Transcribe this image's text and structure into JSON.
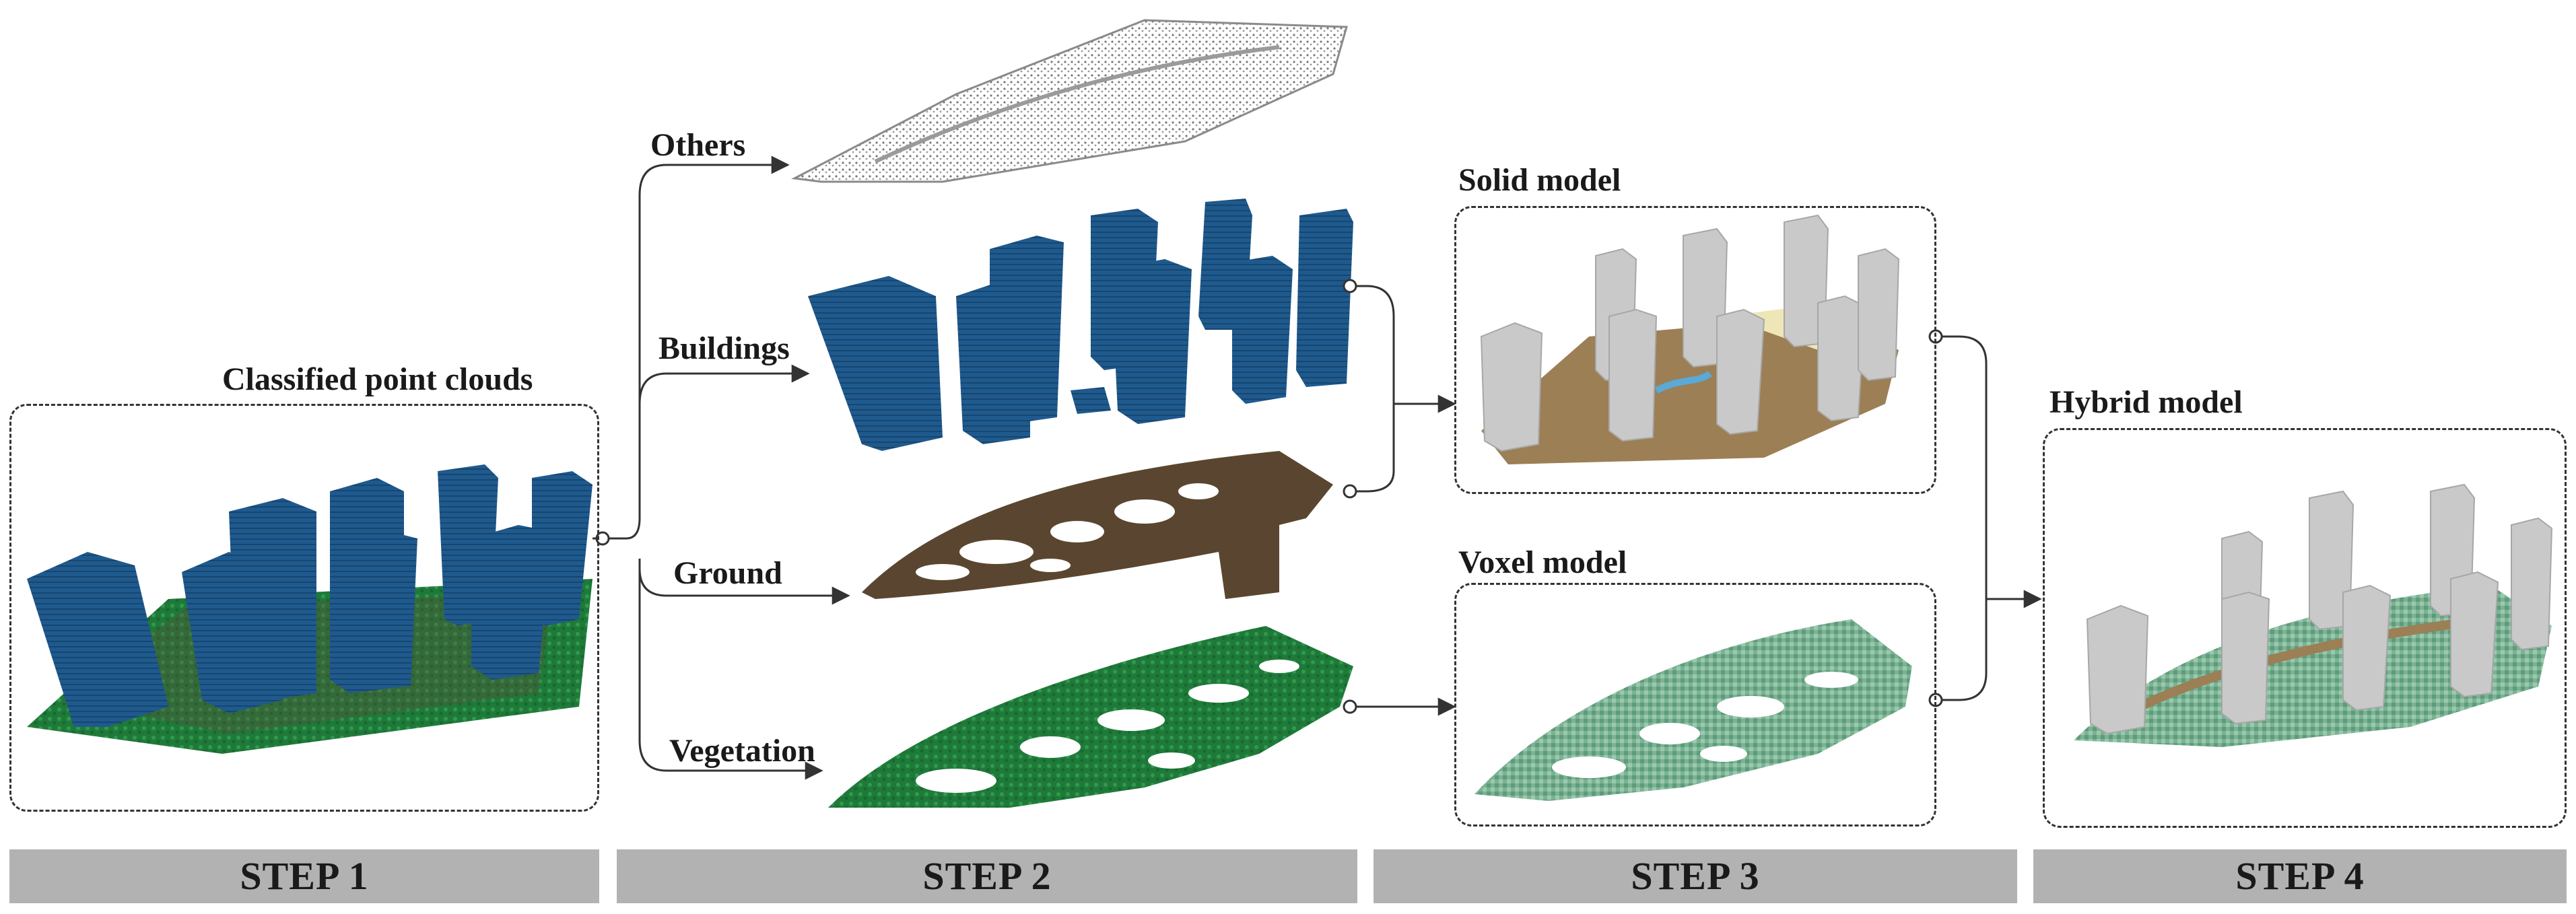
{
  "labels": {
    "classified": "Classified point clouds",
    "others": "Others",
    "buildings": "Buildings",
    "ground": "Ground",
    "vegetation": "Vegetation",
    "solid": "Solid model",
    "voxel": "Voxel model",
    "hybrid": "Hybrid model"
  },
  "steps": [
    "STEP 1",
    "STEP 2",
    "STEP 3",
    "STEP 4"
  ],
  "colors": {
    "building_blue": "#1f5a8e",
    "ground_brown": "#5a4630",
    "vegetation_green": "#1f7a3a",
    "voxel_green": "#7ab394",
    "solid_building_gray": "#c9c9c9",
    "solid_ground": "#9c7f55",
    "step_bar_gray": "#b2b2b2",
    "others_gray": "#8a8a8a"
  }
}
